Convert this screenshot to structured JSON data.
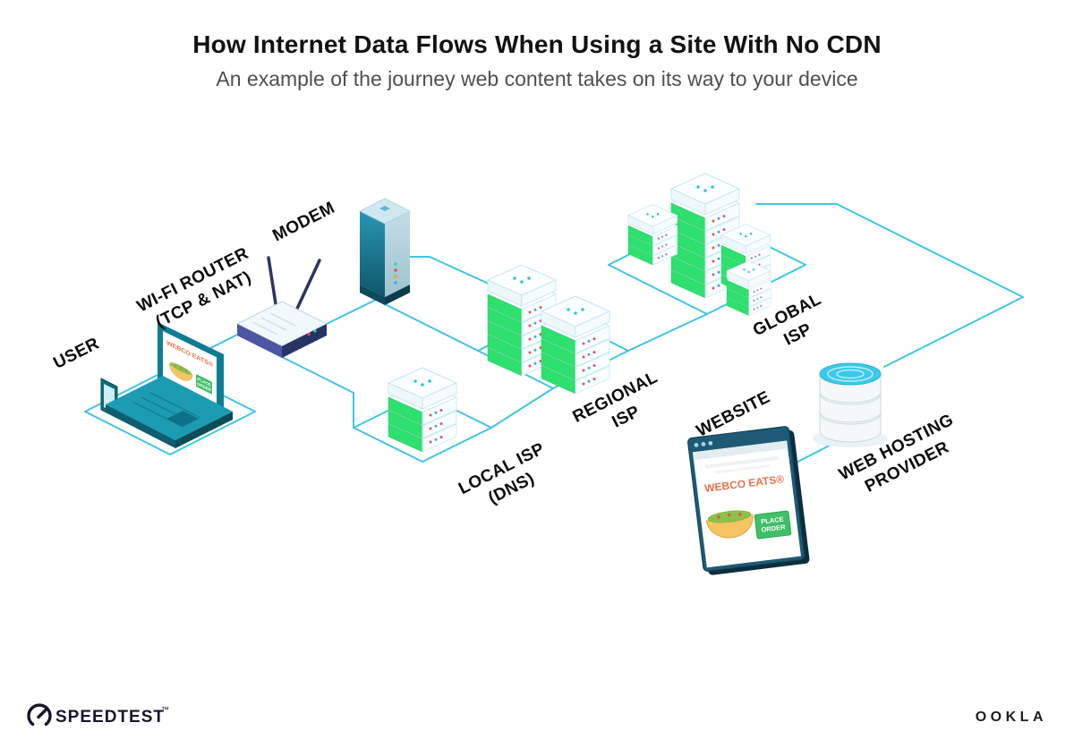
{
  "header": {
    "title": "How Internet Data Flows When Using a Site With No CDN",
    "subtitle": "An example of the journey web content takes on its way to your device"
  },
  "labels": {
    "user": "USER",
    "router_line1": "WI-FI ROUTER",
    "router_line2": "(TCP & NAT)",
    "modem": "MODEM",
    "local_isp_line1": "LOCAL ISP",
    "local_isp_line2": "(DNS)",
    "regional_isp_line1": "REGIONAL",
    "regional_isp_line2": "ISP",
    "global_isp_line1": "GLOBAL",
    "global_isp_line2": "ISP",
    "hosting_line1": "WEB HOSTING",
    "hosting_line2": "PROVIDER",
    "website": "WEBSITE"
  },
  "webco": {
    "brand": "WEBCO EATS®",
    "button_line1": "PLACE",
    "button_line2": "ORDER"
  },
  "footer": {
    "speedtest": "SPEEDTEST",
    "speedtest_mark": "™",
    "ookla": "OOKLA"
  },
  "colors": {
    "line": "#41c5e5",
    "server_green": "#2ee06e",
    "brand_orange": "#e8734a",
    "button_green": "#3fbf66",
    "ink": "#0b0b0b"
  }
}
